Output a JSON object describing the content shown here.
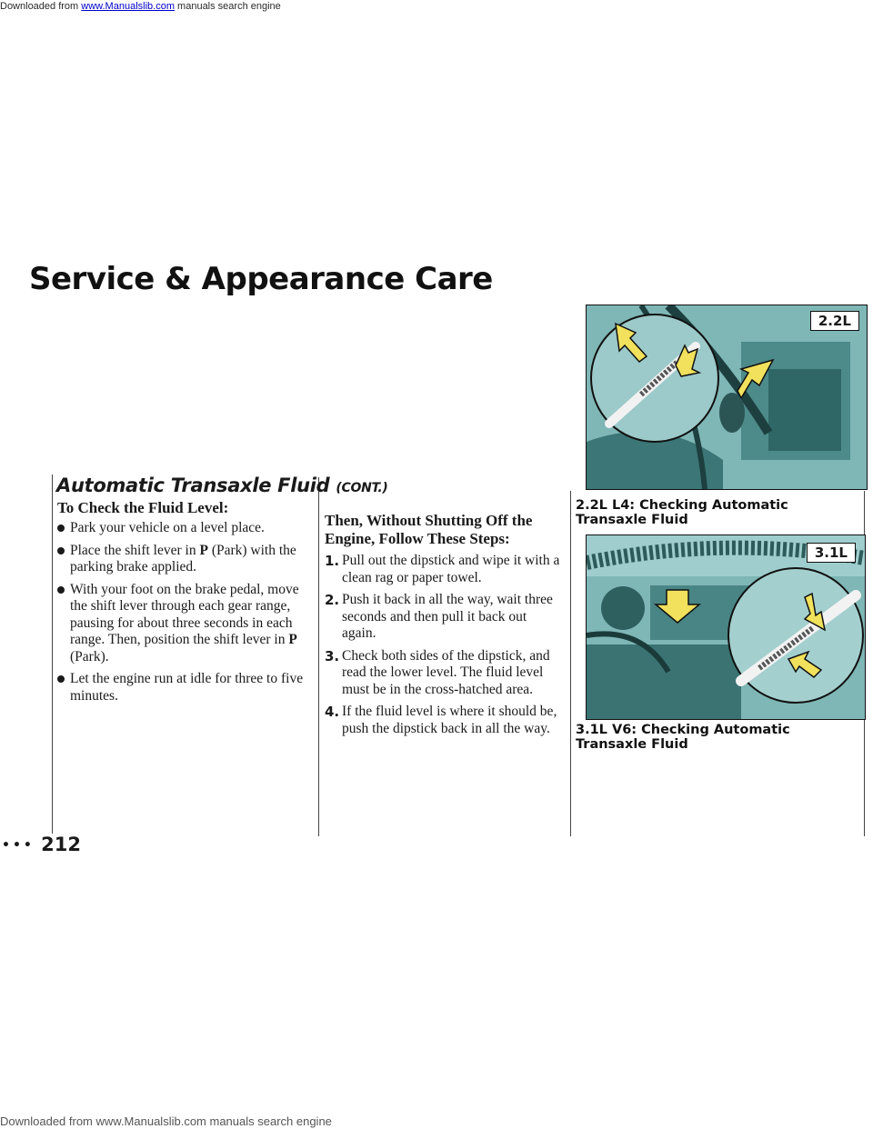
{
  "top_bar": {
    "prefix": "Downloaded from",
    "link": "www.Manualslib.com",
    "suffix": "manuals search engine"
  },
  "page_header": "Service & Appearance Care",
  "left_column": {
    "title": "Automatic Transaxle Fluid",
    "title_suffix": "(CONT.)",
    "subheading": "To Check the Fluid Level:",
    "bullets": [
      {
        "parts": [
          "Park your vehicle on a level place."
        ]
      },
      {
        "parts": [
          "Place the shift lever in ",
          "P",
          " (Park) with the parking brake applied."
        ]
      },
      {
        "parts": [
          "With your foot on the brake pedal, move the shift lever through each gear range, pausing for about three seconds in each range. Then, position the shift lever in ",
          "P",
          " (Park)."
        ]
      },
      {
        "parts": [
          "Let the engine run at idle for three to five minutes."
        ]
      }
    ]
  },
  "middle_column": {
    "subheading": "Then, Without Shutting Off the Engine, Follow These Steps:",
    "steps": [
      {
        "num": "1.",
        "text": "Pull out the dipstick and wipe it with a clean rag or paper towel."
      },
      {
        "num": "2.",
        "text": "Push it back in all the way, wait three seconds and then pull it back out again."
      },
      {
        "num": "3.",
        "text": "Check both sides of the dipstick, and read the lower level. The fluid level must be in the cross-hatched area."
      },
      {
        "num": "4.",
        "text": "If the fluid level is where it should be, push the dipstick back in all the way."
      }
    ]
  },
  "right_column": {
    "figure1": {
      "badge": "2.2L",
      "caption": "2.2L L4: Checking Automatic Transaxle Fluid"
    },
    "figure2": {
      "badge": "3.1L",
      "caption": "3.1L V6: Checking Automatic Transaxle Fluid"
    }
  },
  "page_number": "212",
  "footer": "Downloaded from www.Manualslib.com manuals search engine",
  "colors": {
    "photo_teal": "#7fb6b6",
    "arrow_yellow": "#f1e15c",
    "link_blue": "#0000cc"
  }
}
